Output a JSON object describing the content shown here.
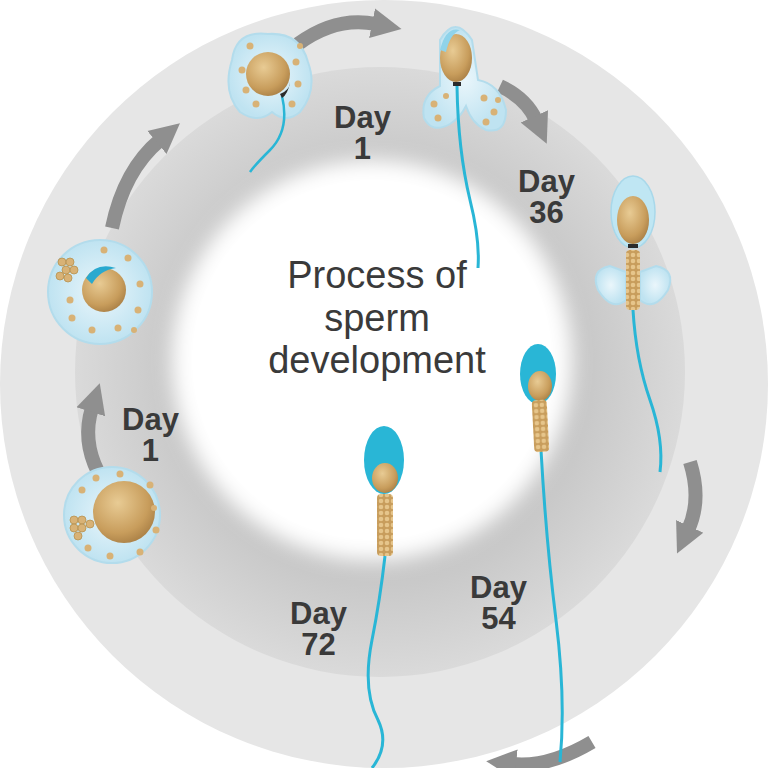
{
  "diagram": {
    "title": "Process of sperm development",
    "labels": [
      "Day 1",
      "Day 1",
      "Day 36",
      "Day 54",
      "Day 72"
    ]
  }
}
